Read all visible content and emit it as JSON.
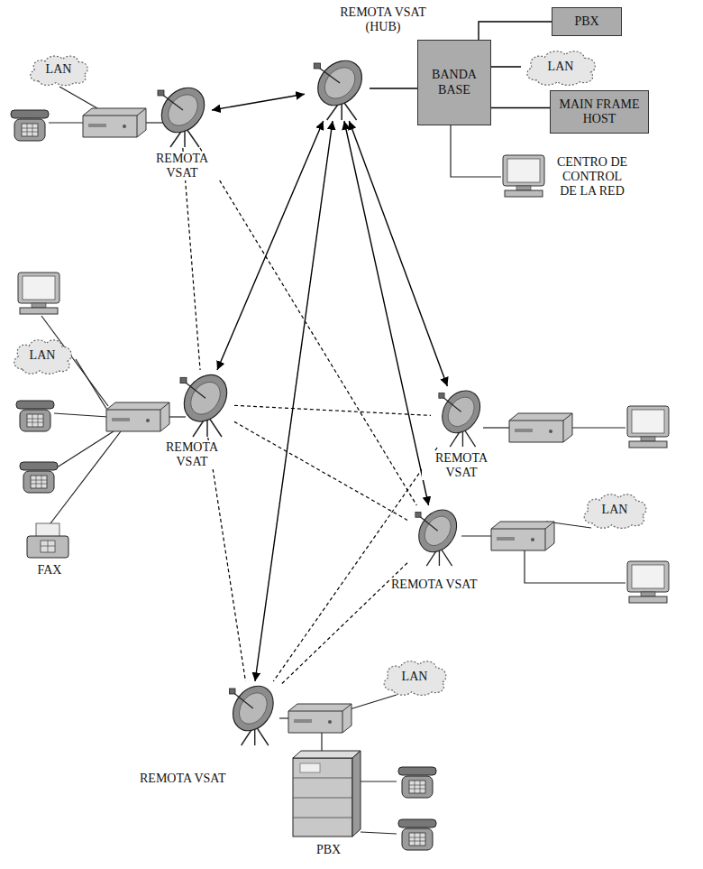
{
  "diagram": {
    "nodes": [
      {
        "text": [
          "REMOTA VSAT (HUB)"
        ]
      },
      {
        "text": [
          "BANDA BASE"
        ]
      },
      {
        "text": [
          "PBX"
        ]
      },
      {
        "text": [
          "LAN"
        ]
      },
      {
        "text": [
          "MAIN FRAME HOST"
        ]
      },
      {
        "text": [
          "REMOTA VSAT"
        ]
      },
      {
        "text": [
          "LAN"
        ]
      },
      {
        "text": [
          "REMOTA VSAT"
        ]
      },
      {
        "text": [
          "LAN"
        ]
      },
      {
        "text": [
          "REMOTA VSAT"
        ]
      },
      {
        "text": [
          "REMOTA VSAT"
        ]
      },
      {
        "text": [
          "LAN"
        ]
      },
      {
        "text": [
          "REMOTA VSAT"
        ]
      },
      {
        "text": [
          "LAN"
        ]
      }
    ],
    "edges": [
      {
        "from": 0,
        "to": 1,
        "arrow": "none"
      },
      {
        "from": 1,
        "to": 2,
        "arrow": "none"
      },
      {
        "from": 1,
        "to": 3,
        "arrow": "none"
      },
      {
        "from": 1,
        "to": 4,
        "arrow": "none"
      },
      {
        "from": 0,
        "to": 5,
        "arrow": "both"
      },
      {
        "from": 0,
        "to": 7,
        "arrow": "both"
      },
      {
        "from": 0,
        "to": 9,
        "arrow": "both"
      },
      {
        "from": 0,
        "to": 10,
        "arrow": "both"
      },
      {
        "from": 0,
        "to": 12,
        "arrow": "both"
      },
      {
        "from": 5,
        "to": 7,
        "arrow": "none"
      },
      {
        "from": 5,
        "to": 10,
        "arrow": "none"
      },
      {
        "from": 7,
        "to": 9,
        "arrow": "none"
      },
      {
        "from": 7,
        "to": 10,
        "arrow": "none"
      },
      {
        "from": 9,
        "to": 12,
        "arrow": "none"
      },
      {
        "from": 10,
        "to": 12,
        "arrow": "none"
      },
      {
        "from": 7,
        "to": 12,
        "arrow": "none"
      }
    ],
    "labels": [
      "CENTRO DE CONTROL DE LA RED",
      "FAX",
      "PBX"
    ]
  }
}
